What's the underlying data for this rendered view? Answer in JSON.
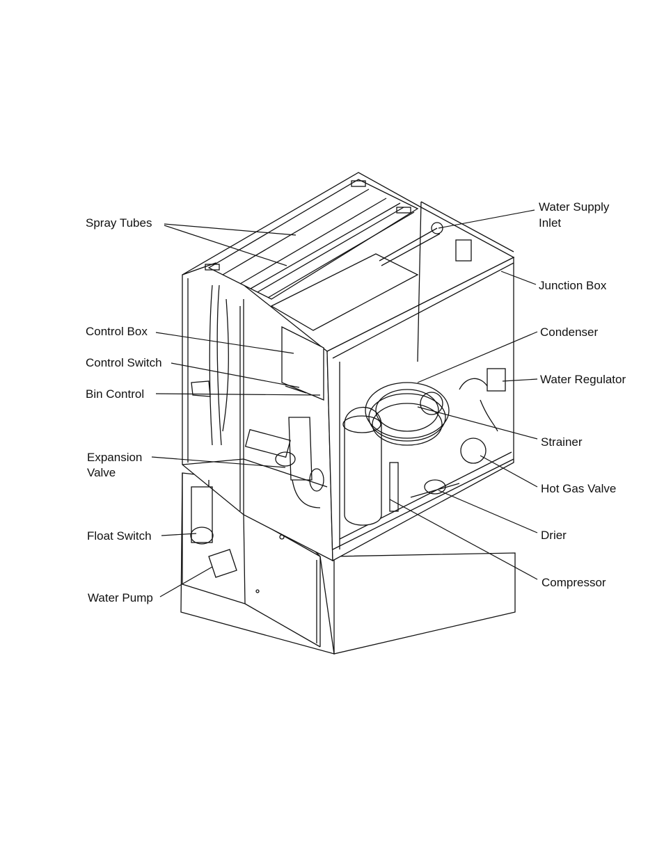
{
  "labels": {
    "spray_tubes": "Spray Tubes",
    "control_box": "Control Box",
    "control_switch": "Control Switch",
    "bin_control": "Bin Control",
    "expansion_valve_1": "Expansion",
    "expansion_valve_2": "Valve",
    "float_switch": "Float Switch",
    "water_pump": "Water Pump",
    "water_supply_inlet_1": "Water Supply",
    "water_supply_inlet_2": "Inlet",
    "junction_box": "Junction Box",
    "condenser": "Condenser",
    "water_regulator": "Water Regulator",
    "strainer": "Strainer",
    "hot_gas_valve": "Hot Gas Valve",
    "drier": "Drier",
    "compressor": "Compressor"
  }
}
